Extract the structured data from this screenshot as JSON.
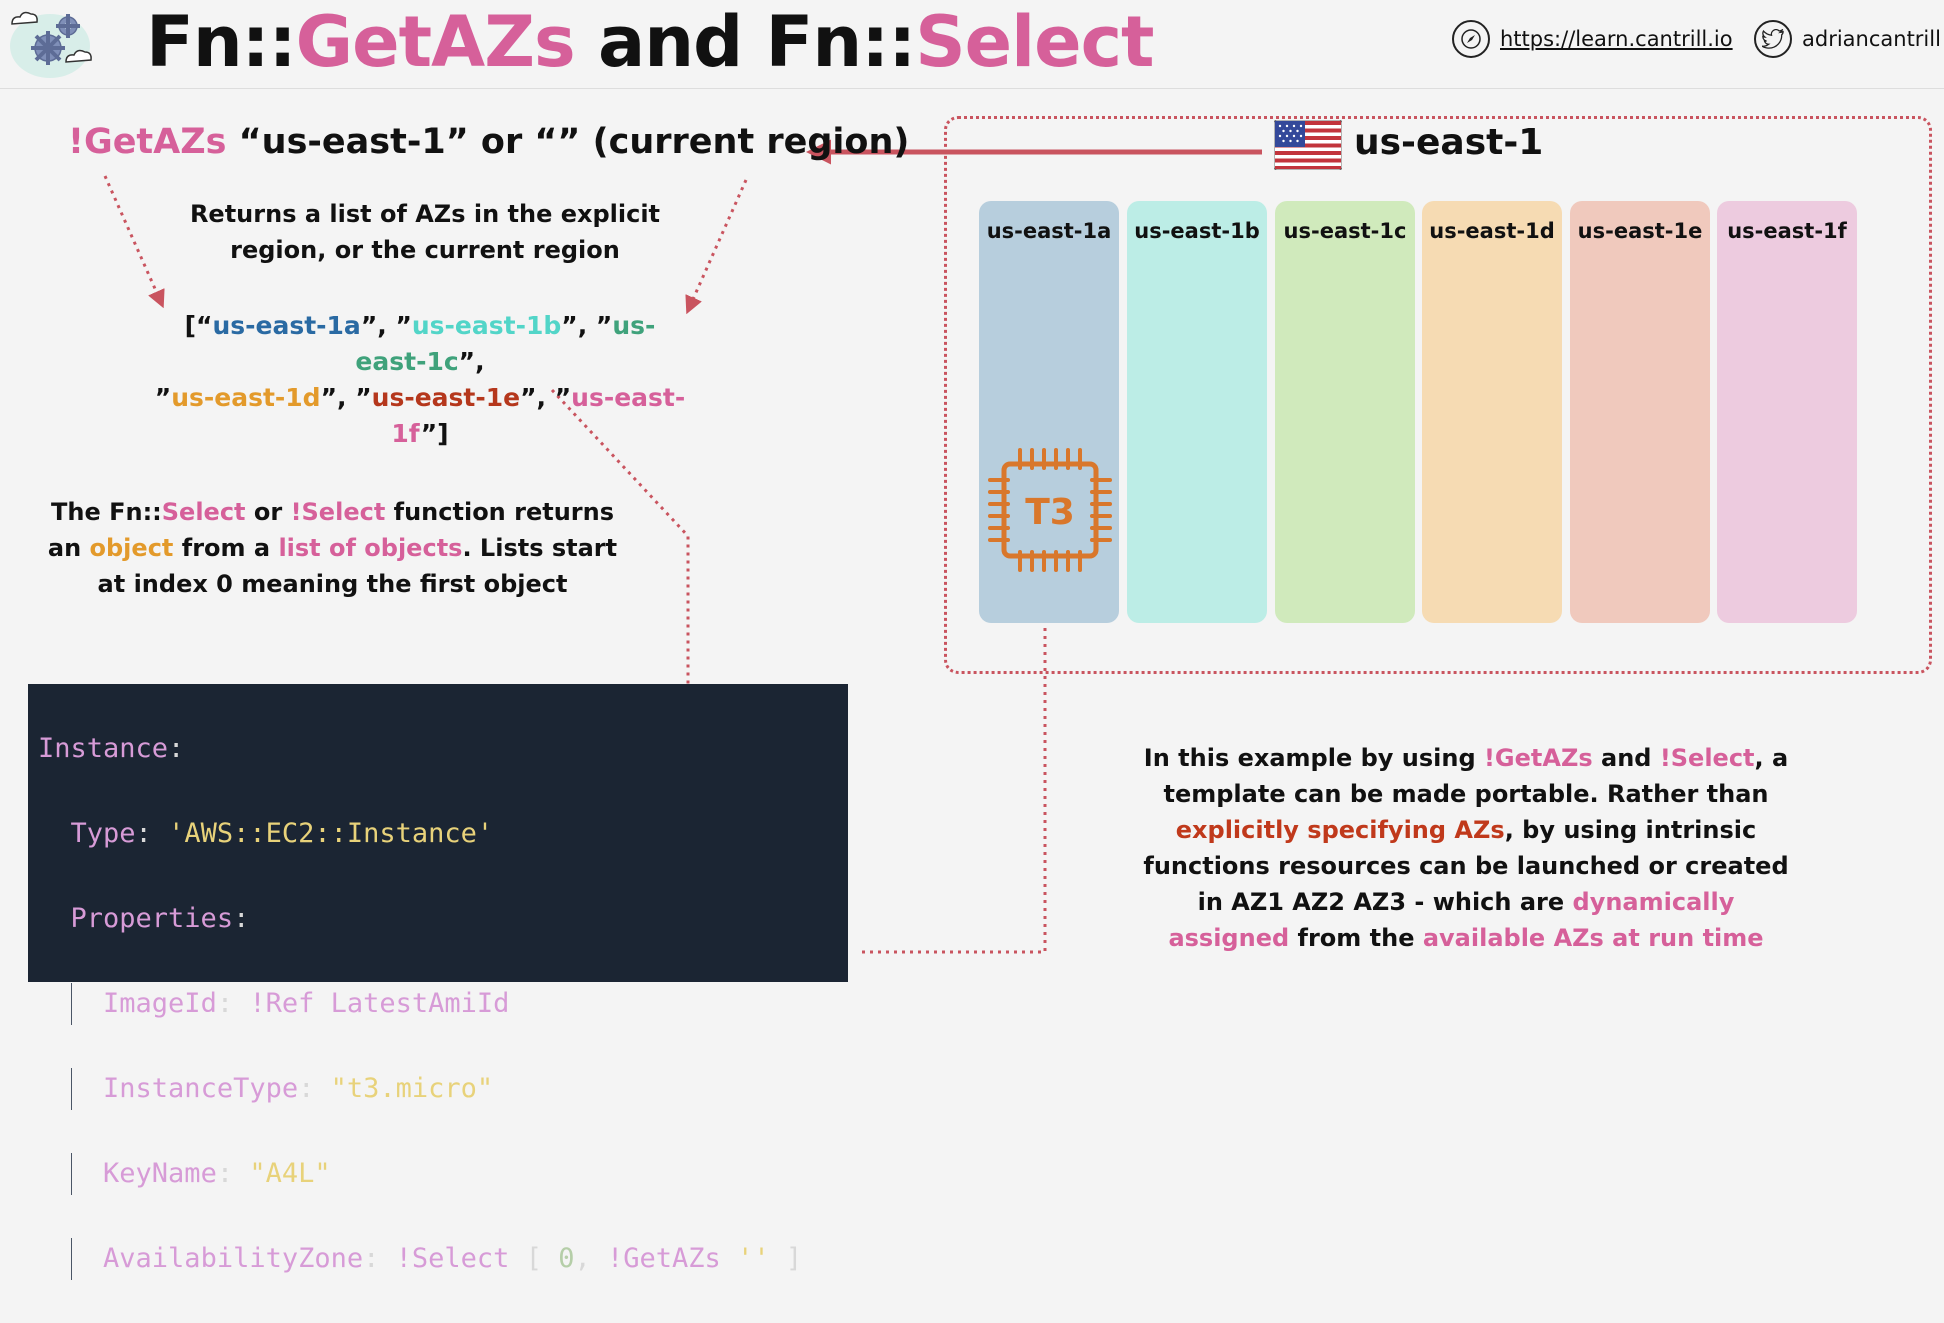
{
  "header": {
    "title_part1": "Fn::",
    "title_part2": "GetAZs",
    "title_part3": " and Fn::",
    "title_part4": "Select",
    "site_url": "https://learn.cantrill.io",
    "twitter_handle": "adriancantrill",
    "icons": [
      "gears-cloud-logo-icon",
      "compass-icon",
      "twitter-bird-icon"
    ]
  },
  "getazs": {
    "func": "!GetAZs",
    "args": " “us-east-1” or “” (current region)",
    "returns_text": "Returns a list of AZs in the explicit region, or the current region",
    "list": {
      "open": "[“",
      "az1": "us-east-1a",
      "sep1": "”, ”",
      "az2": "us-east-1b",
      "sep2": "”, ”",
      "az3": "us-east-1c",
      "sep3": "”,",
      "line2_open": "”",
      "az4": "us-east-1d",
      "sep4": "”, ”",
      "az5": "us-east-1e",
      "sep5": "”, ”",
      "az6": "us-east-1f",
      "close": "”]"
    }
  },
  "select": {
    "p1": "The Fn::",
    "p2": "Select",
    "p3": " or ",
    "p4": "!Select",
    "p5": " function returns an ",
    "p6": "object",
    "p7": " from a ",
    "p8": "list of objects",
    "p9": ". Lists start at index 0 meaning the first object"
  },
  "code": {
    "l1_key": "Instance",
    "l1_colon": ":",
    "l2_key": "Type",
    "l2_colon": ": ",
    "l2_val": "'AWS::EC2::Instance'",
    "l3_key": "Properties",
    "l3_colon": ":",
    "l4_key": "ImageId",
    "l4_colon": ": ",
    "l4_val": "!Ref LatestAmiId",
    "l5_key": "InstanceType",
    "l5_colon": ": ",
    "l5_val": "\"t3.micro\"",
    "l6_key": "KeyName",
    "l6_colon": ": ",
    "l6_val": "\"A4L\"",
    "l7_key": "AvailabilityZone",
    "l7_colon": ": ",
    "l7_v1": "!Select",
    "l7_v2": " [ ",
    "l7_v3": "0",
    "l7_v4": ", ",
    "l7_v5": "!GetAZs",
    "l7_v6": " ",
    "l7_v7": "''",
    "l7_v8": " ]"
  },
  "region": {
    "label": "us-east-1",
    "flag_icon": "us-flag-icon",
    "azs": [
      {
        "label": "us-east-1a",
        "color": "#b7cedd"
      },
      {
        "label": "us-east-1b",
        "color": "#bcede6"
      },
      {
        "label": "us-east-1c",
        "color": "#d0eabc"
      },
      {
        "label": "us-east-1d",
        "color": "#f6dbb3"
      },
      {
        "label": "us-east-1e",
        "color": "#f0c9bd"
      },
      {
        "label": "us-east-1f",
        "color": "#edcbdf"
      }
    ],
    "instance_label": "T3",
    "instance_icon": "ec2-chip-icon"
  },
  "portable": {
    "p1": "In this example by using ",
    "p2": "!GetAZs",
    "p3": " and ",
    "p4": "!Select",
    "p5": ", a template can be made portable. Rather than ",
    "p6": "explicitly specifying AZs",
    "p7": ", by using intrinsic functions resources can be launched or created in AZ1 AZ2 AZ3 - which are ",
    "p8": "dynamically assigned",
    "p9": " from the ",
    "p10": "available AZs at run time"
  },
  "colors": {
    "accent_pink": "#d6609a",
    "accent_orange": "#e39a2b",
    "accent_darkred": "#c0391b",
    "connector_red": "#c9545f",
    "code_bg": "#1b2533",
    "chip_orange": "#d9772b"
  }
}
